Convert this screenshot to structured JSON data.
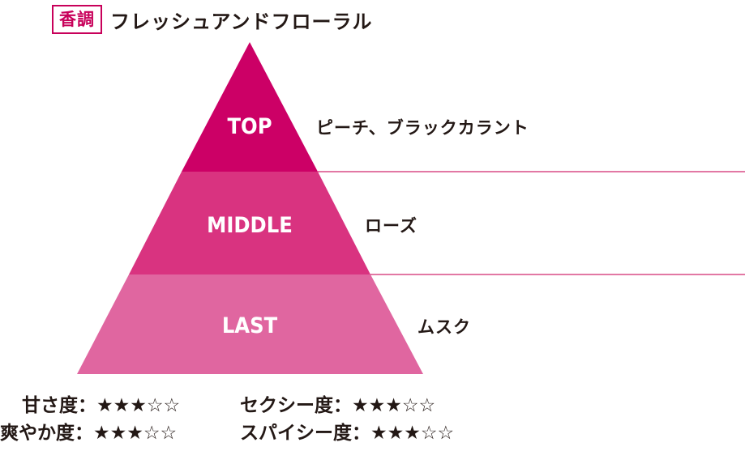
{
  "header": {
    "badge": "香調",
    "scent_name": "フレッシュアンドフローラル"
  },
  "pyramid": {
    "tiers": [
      {
        "label": "TOP",
        "notes": "ピーチ、ブラックカラント",
        "color": "#cc0066"
      },
      {
        "label": "MIDDLE",
        "notes": "ローズ",
        "color": "#d93380"
      },
      {
        "label": "LAST",
        "notes": "ムスク",
        "color": "#e066a0"
      }
    ],
    "line_color": "#d0286e"
  },
  "ratings": {
    "left": [
      {
        "label": "甘さ度：",
        "stars": "★★★☆☆",
        "value": 3,
        "max": 5
      },
      {
        "label": "爽やか度：",
        "stars": "★★★☆☆",
        "value": 3,
        "max": 5
      }
    ],
    "right": [
      {
        "label": "セクシー度：",
        "stars": "★★★☆☆",
        "value": 3,
        "max": 5
      },
      {
        "label": "スパイシー度：",
        "stars": "★★★☆☆",
        "value": 3,
        "max": 5
      }
    ]
  }
}
